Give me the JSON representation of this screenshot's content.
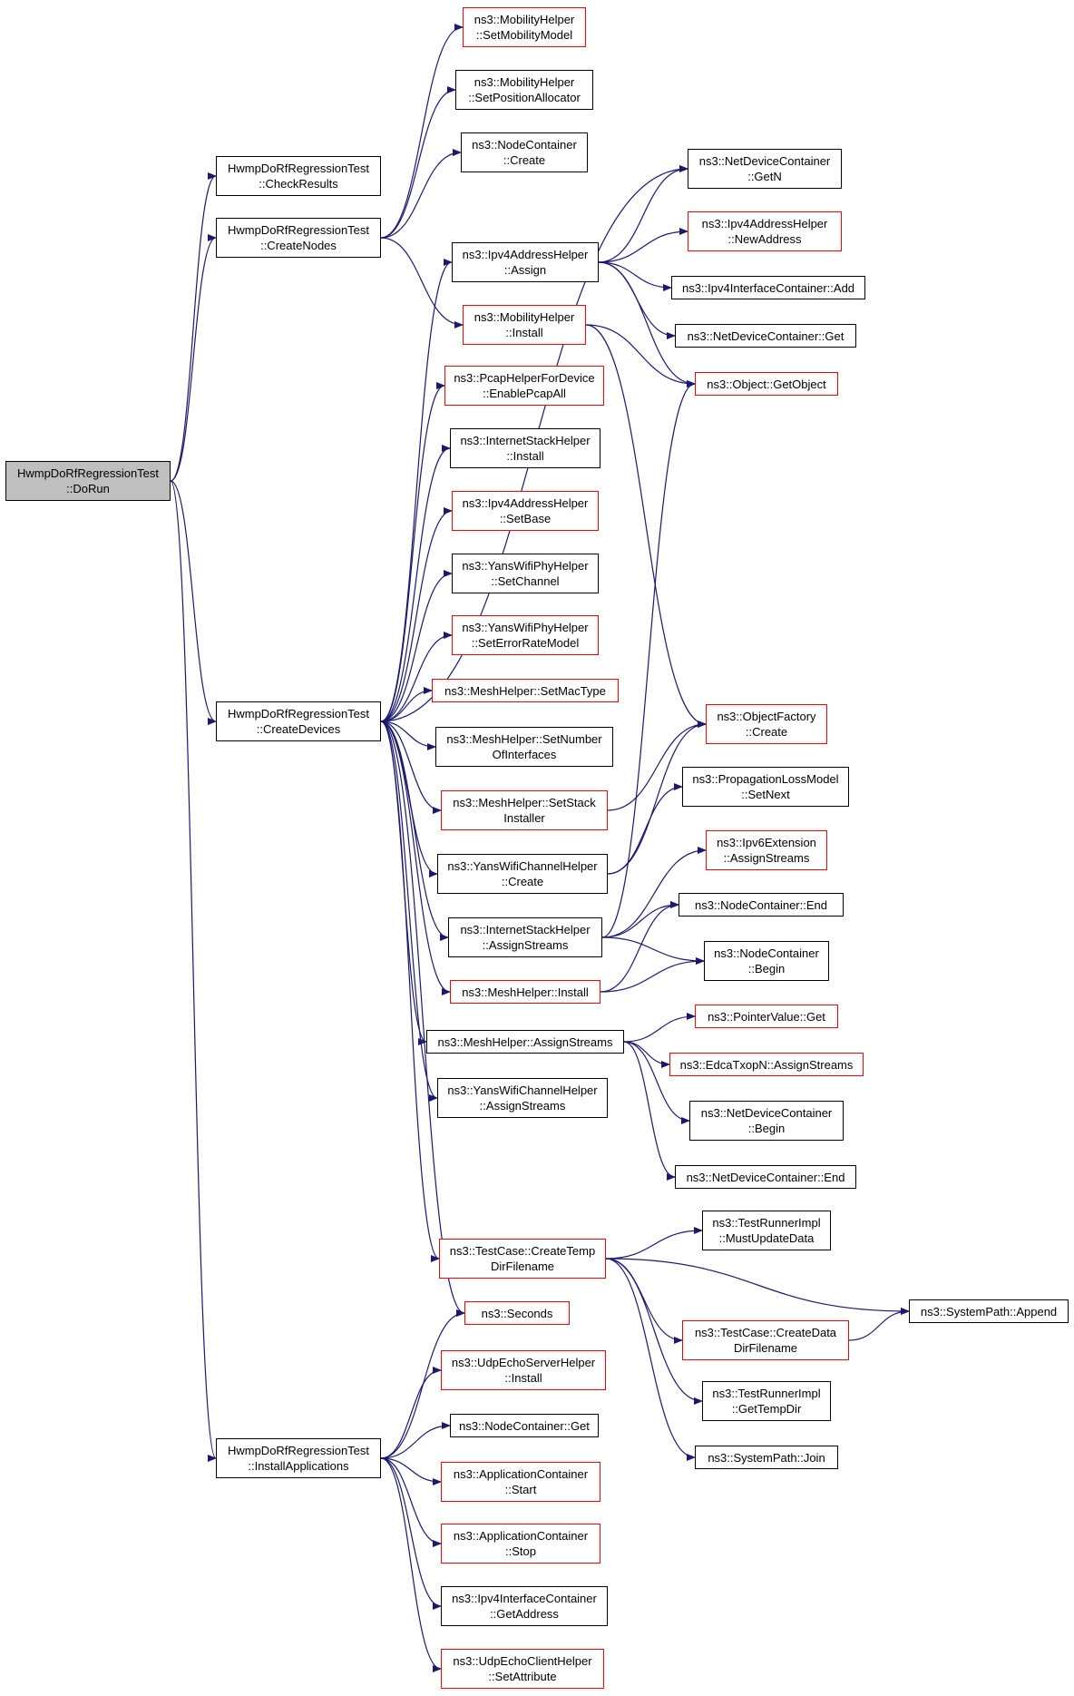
{
  "colors": {
    "edge": "#191970",
    "node_border": "#000000",
    "truncated_border": "#ff0000",
    "root_fill": "#bfbfbf"
  },
  "nodes": {
    "dorun": {
      "lines": [
        "HwmpDoRfRegressionTest",
        "::DoRun"
      ],
      "style": "root"
    },
    "checkresults": {
      "lines": [
        "HwmpDoRfRegressionTest",
        "::CheckResults"
      ],
      "style": "normal"
    },
    "createnodes": {
      "lines": [
        "HwmpDoRfRegressionTest",
        "::CreateNodes"
      ],
      "style": "normal"
    },
    "createdevices": {
      "lines": [
        "HwmpDoRfRegressionTest",
        "::CreateDevices"
      ],
      "style": "normal"
    },
    "installapps": {
      "lines": [
        "HwmpDoRfRegressionTest",
        "::InstallApplications"
      ],
      "style": "normal"
    },
    "mob_setmodel": {
      "lines": [
        "ns3::MobilityHelper",
        "::SetMobilityModel"
      ],
      "style": "red"
    },
    "mob_setpos": {
      "lines": [
        "ns3::MobilityHelper",
        "::SetPositionAllocator"
      ],
      "style": "normal"
    },
    "nc_create": {
      "lines": [
        "ns3::NodeContainer",
        "::Create"
      ],
      "style": "normal"
    },
    "ndc_getn": {
      "lines": [
        "ns3::NetDeviceContainer",
        "::GetN"
      ],
      "style": "normal"
    },
    "ipv4_assign": {
      "lines": [
        "ns3::Ipv4AddressHelper",
        "::Assign"
      ],
      "style": "normal"
    },
    "ipv4_newaddr": {
      "lines": [
        "ns3::Ipv4AddressHelper",
        "::NewAddress"
      ],
      "style": "red"
    },
    "ipv4ic_add": {
      "lines": [
        "ns3::Ipv4InterfaceContainer::Add"
      ],
      "style": "normal"
    },
    "ndc_get": {
      "lines": [
        "ns3::NetDeviceContainer::Get"
      ],
      "style": "normal"
    },
    "mob_install": {
      "lines": [
        "ns3::MobilityHelper",
        "::Install"
      ],
      "style": "red"
    },
    "obj_getobject": {
      "lines": [
        "ns3::Object::GetObject"
      ],
      "style": "red"
    },
    "pcap_enable": {
      "lines": [
        "ns3::PcapHelperForDevice",
        "::EnablePcapAll"
      ],
      "style": "red"
    },
    "ish_install": {
      "lines": [
        "ns3::InternetStackHelper",
        "::Install"
      ],
      "style": "normal"
    },
    "ipv4_setbase": {
      "lines": [
        "ns3::Ipv4AddressHelper",
        "::SetBase"
      ],
      "style": "red"
    },
    "ywph_setchannel": {
      "lines": [
        "ns3::YansWifiPhyHelper",
        "::SetChannel"
      ],
      "style": "normal"
    },
    "ywph_seterr": {
      "lines": [
        "ns3::YansWifiPhyHelper",
        "::SetErrorRateModel"
      ],
      "style": "red"
    },
    "mesh_setmac": {
      "lines": [
        "ns3::MeshHelper::SetMacType"
      ],
      "style": "red"
    },
    "mesh_setnum": {
      "lines": [
        "ns3::MeshHelper::SetNumber",
        "OfInterfaces"
      ],
      "style": "normal"
    },
    "mesh_setstack": {
      "lines": [
        "ns3::MeshHelper::SetStack",
        "Installer"
      ],
      "style": "red"
    },
    "ywch_create": {
      "lines": [
        "ns3::YansWifiChannelHelper",
        "::Create"
      ],
      "style": "normal"
    },
    "ish_assign": {
      "lines": [
        "ns3::InternetStackHelper",
        "::AssignStreams"
      ],
      "style": "normal"
    },
    "mesh_install": {
      "lines": [
        "ns3::MeshHelper::Install"
      ],
      "style": "red"
    },
    "mesh_assign": {
      "lines": [
        "ns3::MeshHelper::AssignStreams"
      ],
      "style": "normal"
    },
    "ywch_assign": {
      "lines": [
        "ns3::YansWifiChannelHelper",
        "::AssignStreams"
      ],
      "style": "normal"
    },
    "of_create": {
      "lines": [
        "ns3::ObjectFactory",
        "::Create"
      ],
      "style": "red"
    },
    "plm_setnext": {
      "lines": [
        "ns3::PropagationLossModel",
        "::SetNext"
      ],
      "style": "normal"
    },
    "ipv6ext_assign": {
      "lines": [
        "ns3::Ipv6Extension",
        "::AssignStreams"
      ],
      "style": "red"
    },
    "nc_end": {
      "lines": [
        "ns3::NodeContainer::End"
      ],
      "style": "normal"
    },
    "nc_begin": {
      "lines": [
        "ns3::NodeContainer",
        "::Begin"
      ],
      "style": "normal"
    },
    "pv_get": {
      "lines": [
        "ns3::PointerValue::Get"
      ],
      "style": "red"
    },
    "edca_assign": {
      "lines": [
        "ns3::EdcaTxopN::AssignStreams"
      ],
      "style": "red"
    },
    "ndc_begin": {
      "lines": [
        "ns3::NetDeviceContainer",
        "::Begin"
      ],
      "style": "normal"
    },
    "ndc_end": {
      "lines": [
        "ns3::NetDeviceContainer::End"
      ],
      "style": "normal"
    },
    "tc_tempdir": {
      "lines": [
        "ns3::TestCase::CreateTemp",
        "DirFilename"
      ],
      "style": "red"
    },
    "tri_mustupdate": {
      "lines": [
        "ns3::TestRunnerImpl",
        "::MustUpdateData"
      ],
      "style": "normal"
    },
    "sp_append": {
      "lines": [
        "ns3::SystemPath::Append"
      ],
      "style": "normal"
    },
    "tc_datadir": {
      "lines": [
        "ns3::TestCase::CreateData",
        "DirFilename"
      ],
      "style": "red"
    },
    "tri_gettemp": {
      "lines": [
        "ns3::TestRunnerImpl",
        "::GetTempDir"
      ],
      "style": "normal"
    },
    "sp_join": {
      "lines": [
        "ns3::SystemPath::Join"
      ],
      "style": "normal"
    },
    "seconds": {
      "lines": [
        "ns3::Seconds"
      ],
      "style": "red"
    },
    "uesh_install": {
      "lines": [
        "ns3::UdpEchoServerHelper",
        "::Install"
      ],
      "style": "red"
    },
    "nc_get": {
      "lines": [
        "ns3::NodeContainer::Get"
      ],
      "style": "normal"
    },
    "ac_start": {
      "lines": [
        "ns3::ApplicationContainer",
        "::Start"
      ],
      "style": "red"
    },
    "ac_stop": {
      "lines": [
        "ns3::ApplicationContainer",
        "::Stop"
      ],
      "style": "red"
    },
    "ipv4ic_getaddr": {
      "lines": [
        "ns3::Ipv4InterfaceContainer",
        "::GetAddress"
      ],
      "style": "normal"
    },
    "uech_setattr": {
      "lines": [
        "ns3::UdpEchoClientHelper",
        "::SetAttribute"
      ],
      "style": "red"
    }
  },
  "edges": [
    [
      "dorun",
      "checkresults"
    ],
    [
      "dorun",
      "createnodes"
    ],
    [
      "dorun",
      "createdevices"
    ],
    [
      "dorun",
      "installapps"
    ],
    [
      "createnodes",
      "mob_setmodel"
    ],
    [
      "createnodes",
      "mob_setpos"
    ],
    [
      "createnodes",
      "nc_create"
    ],
    [
      "createnodes",
      "mob_install"
    ],
    [
      "createdevices",
      "ndc_getn"
    ],
    [
      "createdevices",
      "ipv4_assign"
    ],
    [
      "createdevices",
      "pcap_enable"
    ],
    [
      "createdevices",
      "ish_install"
    ],
    [
      "createdevices",
      "ipv4_setbase"
    ],
    [
      "createdevices",
      "ywph_setchannel"
    ],
    [
      "createdevices",
      "ywph_seterr"
    ],
    [
      "createdevices",
      "mesh_setmac"
    ],
    [
      "createdevices",
      "mesh_setnum"
    ],
    [
      "createdevices",
      "mesh_setstack"
    ],
    [
      "createdevices",
      "ywch_create"
    ],
    [
      "createdevices",
      "ish_assign"
    ],
    [
      "createdevices",
      "mesh_install"
    ],
    [
      "createdevices",
      "mesh_assign"
    ],
    [
      "createdevices",
      "ywch_assign"
    ],
    [
      "createdevices",
      "tc_tempdir"
    ],
    [
      "createdevices",
      "seconds"
    ],
    [
      "ipv4_assign",
      "ndc_getn"
    ],
    [
      "ipv4_assign",
      "ipv4_newaddr"
    ],
    [
      "ipv4_assign",
      "ipv4ic_add"
    ],
    [
      "ipv4_assign",
      "ndc_get"
    ],
    [
      "ipv4_assign",
      "obj_getobject"
    ],
    [
      "mob_install",
      "obj_getobject"
    ],
    [
      "mob_install",
      "of_create"
    ],
    [
      "mesh_setstack",
      "of_create"
    ],
    [
      "ywch_create",
      "of_create"
    ],
    [
      "ywch_create",
      "plm_setnext"
    ],
    [
      "ish_assign",
      "ipv6ext_assign"
    ],
    [
      "ish_assign",
      "nc_end"
    ],
    [
      "ish_assign",
      "nc_begin"
    ],
    [
      "ish_assign",
      "obj_getobject"
    ],
    [
      "mesh_install",
      "nc_end"
    ],
    [
      "mesh_install",
      "nc_begin"
    ],
    [
      "mesh_assign",
      "pv_get"
    ],
    [
      "mesh_assign",
      "edca_assign"
    ],
    [
      "mesh_assign",
      "ndc_begin"
    ],
    [
      "mesh_assign",
      "ndc_end"
    ],
    [
      "tc_tempdir",
      "tri_mustupdate"
    ],
    [
      "tc_tempdir",
      "sp_append"
    ],
    [
      "tc_tempdir",
      "tc_datadir"
    ],
    [
      "tc_tempdir",
      "tri_gettemp"
    ],
    [
      "tc_tempdir",
      "sp_join"
    ],
    [
      "tc_datadir",
      "sp_append"
    ],
    [
      "installapps",
      "seconds"
    ],
    [
      "installapps",
      "uesh_install"
    ],
    [
      "installapps",
      "nc_get"
    ],
    [
      "installapps",
      "ac_start"
    ],
    [
      "installapps",
      "ac_stop"
    ],
    [
      "installapps",
      "ipv4ic_getaddr"
    ],
    [
      "installapps",
      "uech_setattr"
    ]
  ]
}
